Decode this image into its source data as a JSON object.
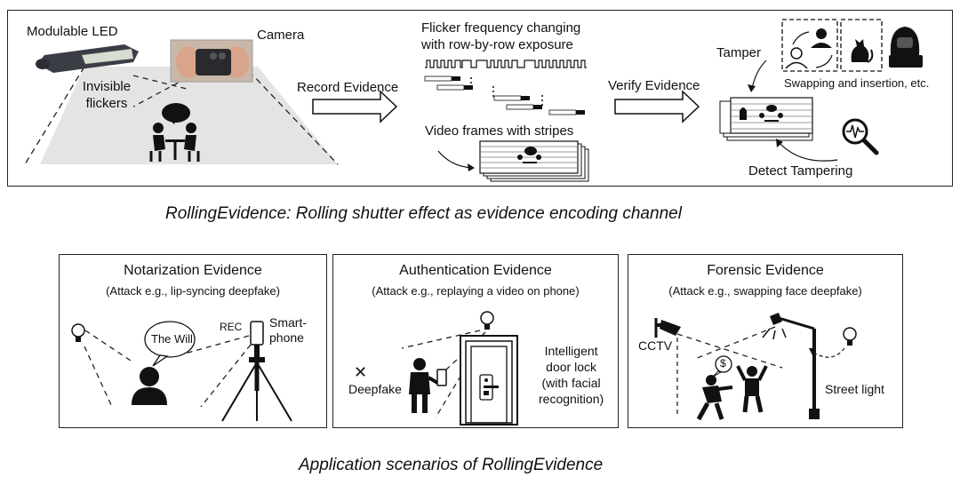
{
  "top": {
    "led_label": "Modulable LED",
    "camera_label": "Camera",
    "invisible_label": [
      "Invisible",
      "flickers"
    ],
    "record_label": "Record Evidence",
    "flicker_label": [
      "Flicker frequency changing",
      "with row-by-row exposure"
    ],
    "stripes_label": "Video frames with stripes",
    "verify_label": "Verify Evidence",
    "tamper_label": "Tamper",
    "swap_label": "Swapping and insertion, etc.",
    "detect_label": "Detect Tampering"
  },
  "caption_top": "RollingEvidence: Rolling shutter effect as evidence encoding channel",
  "panels": {
    "notarization": {
      "title": "Notarization Evidence",
      "subtitle": "(Attack e.g., lip-syncing deepfake)",
      "bubble": "The Will",
      "rec": "REC",
      "smartphone": [
        "Smart-",
        "phone"
      ]
    },
    "authentication": {
      "title": "Authentication Evidence",
      "subtitle": "(Attack e.g., replaying a video on phone)",
      "deepfake": "Deepfake",
      "cross": "✕",
      "door_lock": [
        "Intelligent",
        "door lock",
        "(with facial",
        "recognition)"
      ]
    },
    "forensic": {
      "title": "Forensic Evidence",
      "subtitle": "(Attack e.g., swapping face deepfake)",
      "cctv": "CCTV",
      "dollar": "$",
      "street_light": "Street light"
    }
  },
  "caption_bottom": "Application scenarios of RollingEvidence"
}
